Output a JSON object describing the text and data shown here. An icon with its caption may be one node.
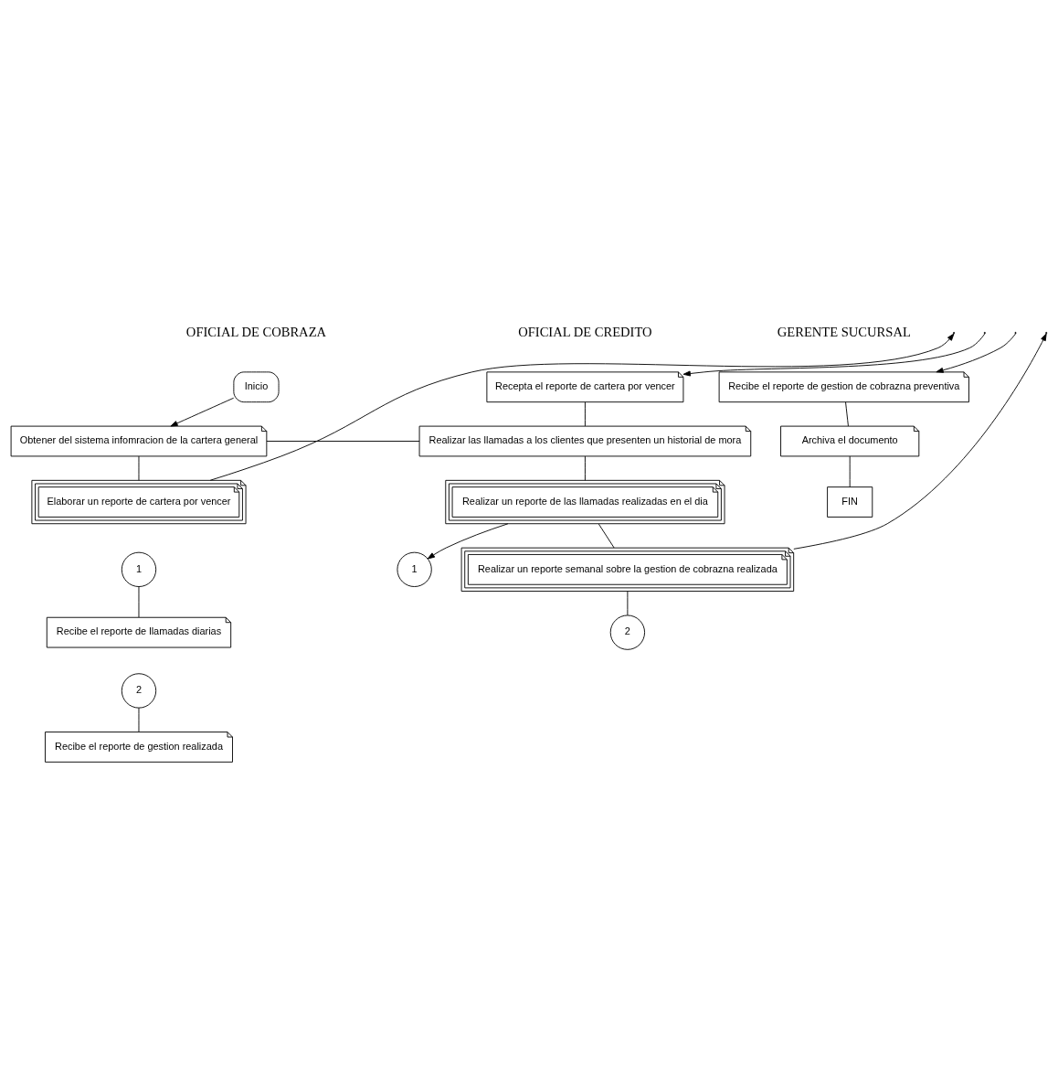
{
  "diagram": {
    "nodes": [
      {
        "text": [
          "Inicio"
        ]
      },
      {
        "text": [
          "Obtener del sistema infomracion de la cartera general"
        ]
      },
      {
        "text": [
          "Elaborar un reporte de cartera por vencer"
        ]
      },
      {
        "text": [
          "1"
        ]
      },
      {
        "text": [
          "Recibe el reporte de llamadas diarias"
        ]
      },
      {
        "text": [
          "2"
        ]
      },
      {
        "text": [
          "Recibe el reporte de gestion realizada"
        ]
      },
      {
        "text": [
          "Recepta el reporte de cartera por vencer"
        ]
      },
      {
        "text": [
          "Realizar las llamadas a los clientes que presenten un historial de mora"
        ]
      },
      {
        "text": [
          "Realizar un reporte de las llamadas realizadas en el dia"
        ]
      },
      {
        "text": [
          "1"
        ]
      },
      {
        "text": [
          "Realizar un reporte semanal sobre la gestion de cobrazna realizada"
        ]
      },
      {
        "text": [
          "2"
        ]
      },
      {
        "text": [
          "Recibe el reporte de gestion de cobrazna preventiva"
        ]
      },
      {
        "text": [
          "Archiva el documento"
        ]
      },
      {
        "text": [
          "FIN"
        ]
      }
    ],
    "edges": [
      {
        "from": 0,
        "to": 1,
        "arrow": "to"
      },
      {
        "from": 1,
        "to": 8,
        "arrow": "none"
      },
      {
        "from": 1,
        "to": 2,
        "arrow": "none"
      },
      {
        "from": 2,
        "to": null,
        "arrow": "to"
      },
      {
        "from": null,
        "to": 7,
        "arrow": "to"
      },
      {
        "from": 7,
        "to": 8,
        "arrow": "none"
      },
      {
        "from": 8,
        "to": 9,
        "arrow": "none"
      },
      {
        "from": 9,
        "to": 10,
        "arrow": "to"
      },
      {
        "from": 9,
        "to": 11,
        "arrow": "none"
      },
      {
        "from": 11,
        "to": null,
        "arrow": "to"
      },
      {
        "from": 11,
        "to": 12,
        "arrow": "none"
      },
      {
        "from": 3,
        "to": 4,
        "arrow": "none"
      },
      {
        "from": 5,
        "to": 6,
        "arrow": "none"
      },
      {
        "from": null,
        "to": 13,
        "arrow": "to"
      },
      {
        "from": 13,
        "to": 14,
        "arrow": "none"
      },
      {
        "from": 14,
        "to": 15,
        "arrow": "none"
      }
    ],
    "labels": [
      "OFICIAL DE COBRAZA",
      "OFICIAL DE CREDITO",
      "GERENTE SUCURSAL"
    ]
  }
}
